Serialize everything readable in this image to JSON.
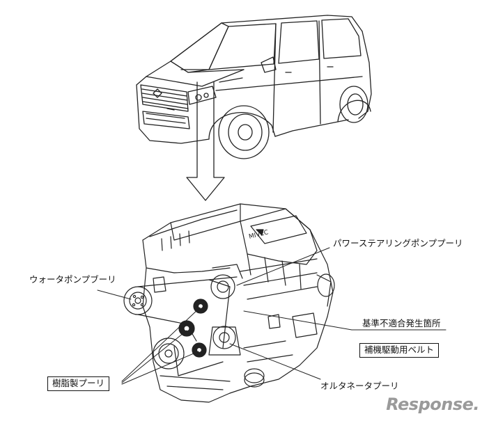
{
  "labels": {
    "water_pump_pulley": "ウォータポンプブーリ",
    "power_steering_pulley": "パワーステアリングポンププーリ",
    "defect_location": "基準不適合発生箇所",
    "accessory_belt": "補機駆動用ベルト",
    "resin_pulley": "樹脂製プーリ",
    "alternator_pulley": "オルタネータプーリ"
  },
  "engine_badge": "MIVEC",
  "watermark": "Response."
}
